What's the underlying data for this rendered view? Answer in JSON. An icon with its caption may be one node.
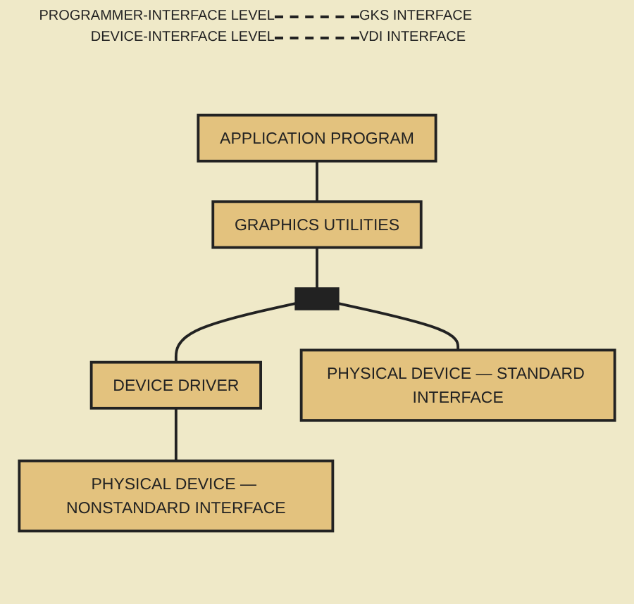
{
  "diagram": {
    "nodes": [
      {
        "text": [
          "APPLICATION PROGRAM"
        ]
      },
      {
        "text": [
          "GRAPHICS UTILITIES"
        ]
      },
      {
        "text": [],
        "shape": "bar"
      },
      {
        "text": [
          "DEVICE DRIVER"
        ]
      },
      {
        "text": [
          "PHYSICAL DEVICE — STANDARD INTERFACE"
        ]
      },
      {
        "text": [
          "PHYSICAL DEVICE — NONSTANDARD INTERFACE"
        ]
      }
    ],
    "edges": [
      {
        "from": 0,
        "to": 1,
        "arrow": "none"
      },
      {
        "from": 1,
        "to": 2,
        "arrow": "none"
      },
      {
        "from": 2,
        "to": 4,
        "arrow": "none"
      },
      {
        "from": 2,
        "to": 3,
        "arrow": "none"
      },
      {
        "from": 3,
        "to": 5,
        "arrow": "none"
      }
    ],
    "labels": [
      "PROGRAMMER-INTERFACE LEVEL",
      "GKS INTERFACE",
      "DEVICE-INTERFACE LEVEL",
      "VDI INTERFACE"
    ]
  }
}
